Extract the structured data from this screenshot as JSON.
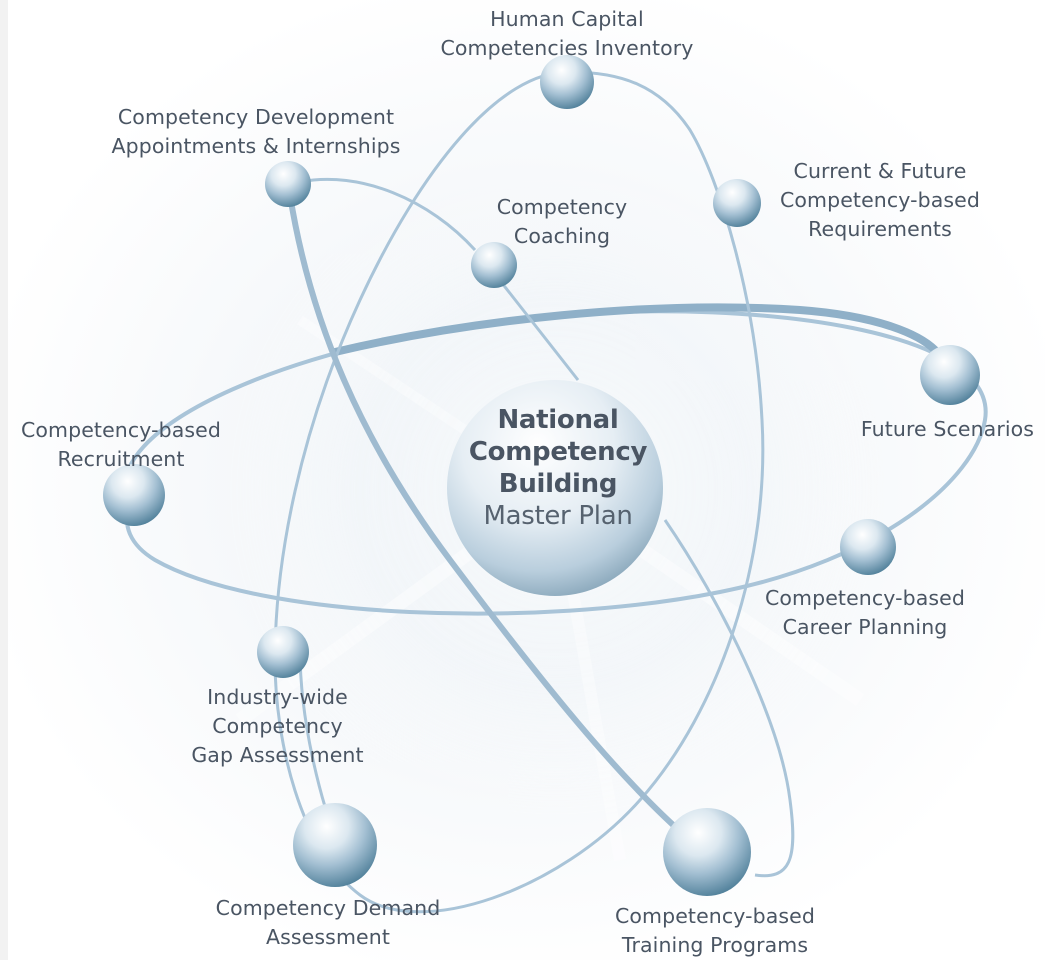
{
  "center": {
    "line1": "National",
    "line2": "Competency",
    "line3": "Building",
    "line4": "Master Plan"
  },
  "nodes": [
    {
      "id": "human-capital",
      "lines": [
        "Human Capital",
        "Competencies Inventory"
      ]
    },
    {
      "id": "current-future",
      "lines": [
        "Current & Future",
        "Competency-based",
        "Requirements"
      ]
    },
    {
      "id": "future-scenarios",
      "lines": [
        "Future Scenarios"
      ]
    },
    {
      "id": "career-planning",
      "lines": [
        "Competency-based",
        "Career Planning"
      ]
    },
    {
      "id": "training-programs",
      "lines": [
        "Competency-based",
        "Training Programs"
      ]
    },
    {
      "id": "demand-assessment",
      "lines": [
        "Competency Demand",
        "Assessment"
      ]
    },
    {
      "id": "gap-assessment",
      "lines": [
        "Industry-wide",
        "Competency",
        "Gap Assessment"
      ]
    },
    {
      "id": "recruitment",
      "lines": [
        "Competency-based",
        "Recruitment"
      ]
    },
    {
      "id": "development",
      "lines": [
        "Competency Development",
        "Appointments & Internships"
      ]
    },
    {
      "id": "coaching",
      "lines": [
        "Competency",
        "Coaching"
      ]
    }
  ],
  "colors": {
    "orbit": "#a9c4d8",
    "orbit_dark": "#8fb0c8",
    "sphere_light": "#ffffff",
    "sphere_mid": "#b7cfdf",
    "sphere_dark": "#4f7f99",
    "text": "#4a5563"
  }
}
